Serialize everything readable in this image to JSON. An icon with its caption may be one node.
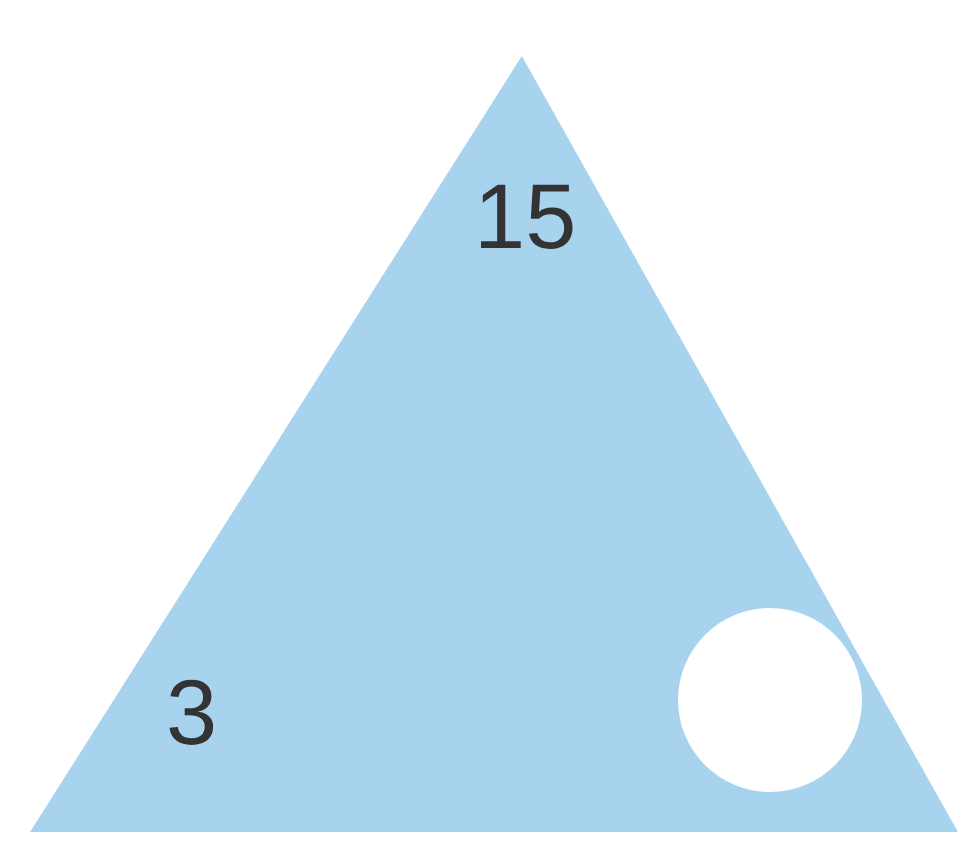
{
  "diagram": {
    "nodes": [
      {
        "text": [
          "15",
          "3"
        ]
      },
      {
        "text": [],
        "shape": "circle",
        "in": 0
      }
    ]
  }
}
